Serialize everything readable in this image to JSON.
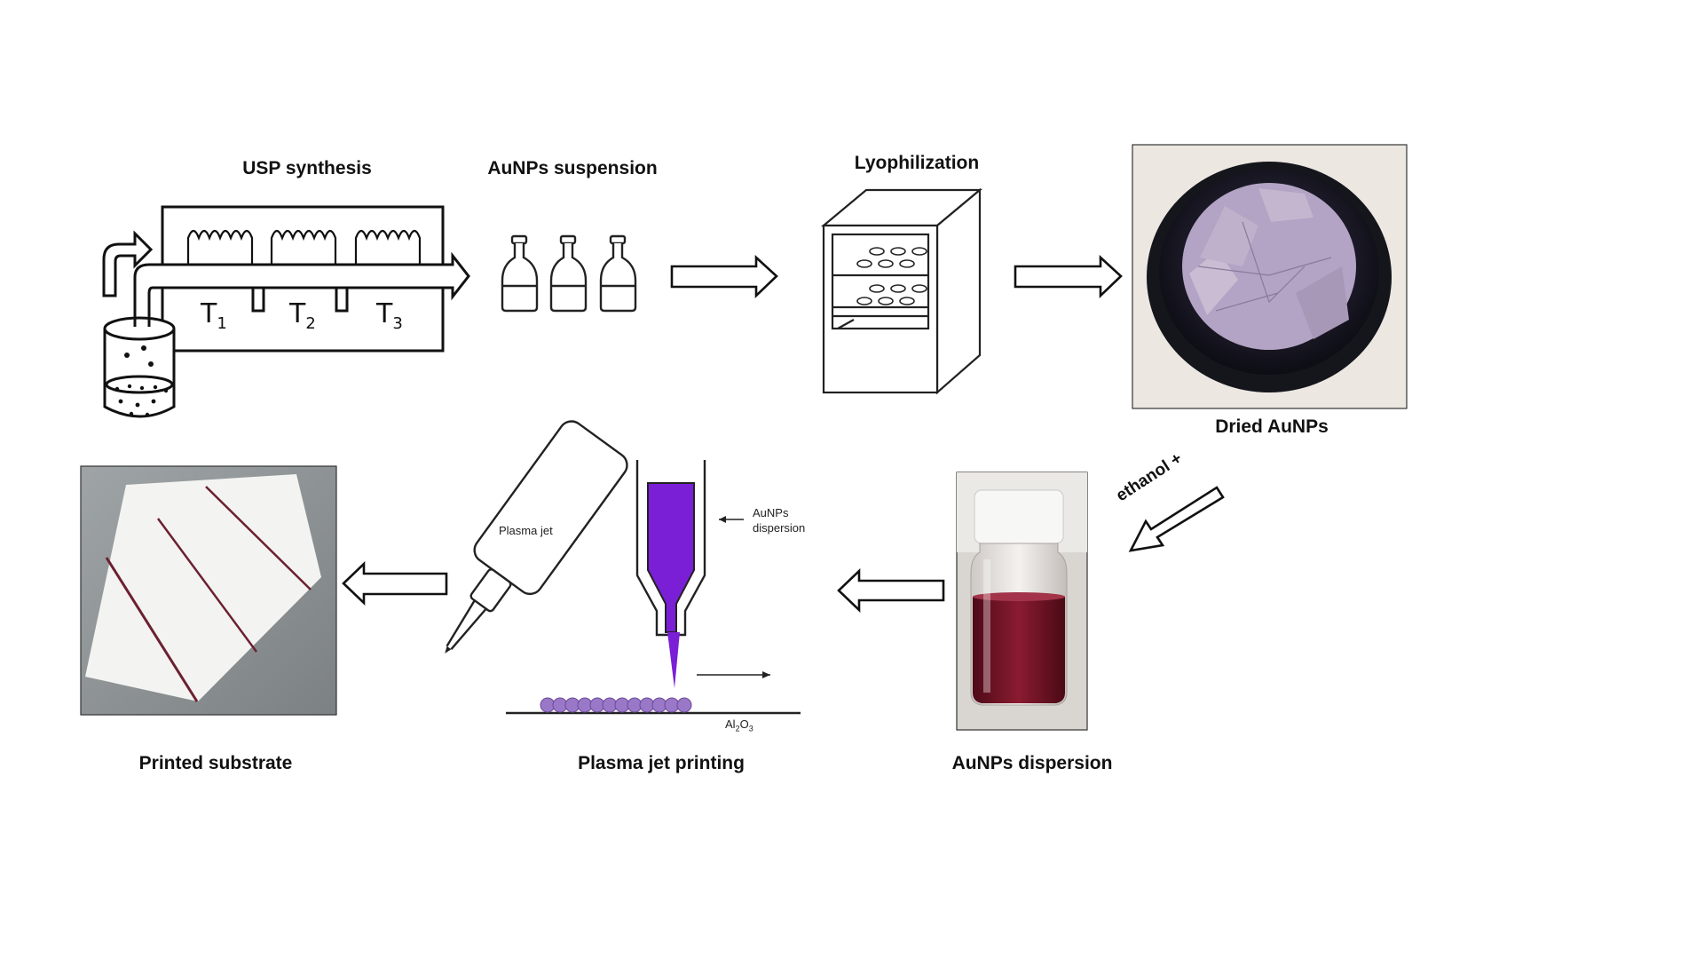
{
  "steps": {
    "usp_synthesis": "USP synthesis",
    "aunps_suspension": "AuNPs suspension",
    "lyophilization": "Lyophilization",
    "dried_aunps": "Dried AuNPs",
    "aunps_dispersion": "AuNPs dispersion",
    "plasma_jet_printing": "Plasma jet printing",
    "printed_substrate": "Printed substrate"
  },
  "annotations": {
    "ethanol": "ethanol +",
    "plasma_jet": "Plasma jet",
    "dispersion_label_line1": "AuNPs",
    "dispersion_label_line2": "dispersion",
    "substrate_main": "Al",
    "substrate_sub1": "2",
    "substrate_mid": "O",
    "substrate_sub2": "3"
  },
  "furnace_zones": [
    {
      "letter": "T",
      "index": "1"
    },
    {
      "letter": "T",
      "index": "2"
    },
    {
      "letter": "T",
      "index": "3"
    }
  ],
  "colors": {
    "ink_purple": "#7a1fd6",
    "particle_purple": "#9a78c8",
    "liquid_red": "#7a1426",
    "substrate_grey": "#8e9395",
    "jar_dark": "#1c1c28",
    "powder_lilac": "#b9a8c6"
  },
  "icons": {
    "flow_arrow": "outline-block-arrow",
    "furnace": "tube-furnace",
    "vials": "vial-icon",
    "freeze_dryer": "cabinet-icon"
  }
}
